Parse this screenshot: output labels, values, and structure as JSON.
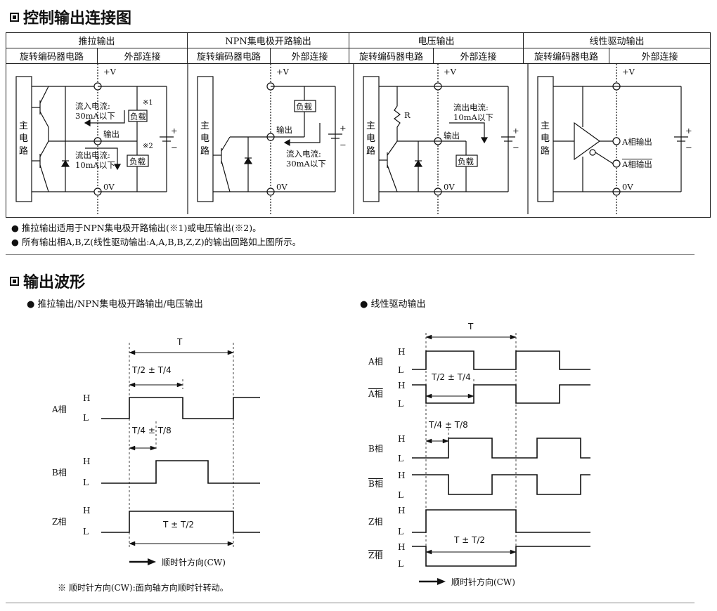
{
  "section1": {
    "title": "控制输出连接图"
  },
  "table": {
    "headers": [
      "推拉输出",
      "NPN集电极开路输出",
      "电压输出",
      "线性驱动输出"
    ],
    "subheaders": [
      "旋转编码器电路",
      "外部连接"
    ]
  },
  "circuit": {
    "vplus": "+V",
    "zero_v": "0V",
    "main_circuit": [
      "主",
      "电",
      "路"
    ],
    "output": "输出",
    "load": "负载",
    "inflow": [
      "流入电流:",
      "30mA以下"
    ],
    "outflow_pp": [
      "流出电流:",
      "10mA以下"
    ],
    "outflow_volt": [
      "流出电流:",
      "10mA以下"
    ],
    "mark1": "※1",
    "mark2": "※2",
    "resistor": "R",
    "a_out": "A相输出",
    "abar_out": "A相输出"
  },
  "notes": [
    "● 推拉输出适用于NPN集电极开路输出(※1)或电压输出(※2)。",
    "● 所有输出相A,B,Z(线性驱动输出:A,A,B,B,Z,Z)的输出回路如上图所示。"
  ],
  "section2": {
    "title": "输出波形"
  },
  "waveform_left": {
    "subtitle": "● 推拉输出/NPN集电极开路输出/电压输出",
    "period": "T",
    "phase_a": "A相",
    "phase_b": "B相",
    "phase_z": "Z相",
    "high": "H",
    "low": "L",
    "pm": "±",
    "direction": "顺时针方向(CW)",
    "footnote": "※ 顺时针方向(CW):面向轴方向顺时针转动。"
  },
  "waveform_right": {
    "subtitle": "● 线性驱动输出",
    "period": "T",
    "phases": [
      "A相",
      "A相",
      "B相",
      "B相",
      "Z相",
      "Z相"
    ],
    "high": "H",
    "low": "L",
    "pm": "±",
    "direction": "顺时针方向(CW)"
  }
}
